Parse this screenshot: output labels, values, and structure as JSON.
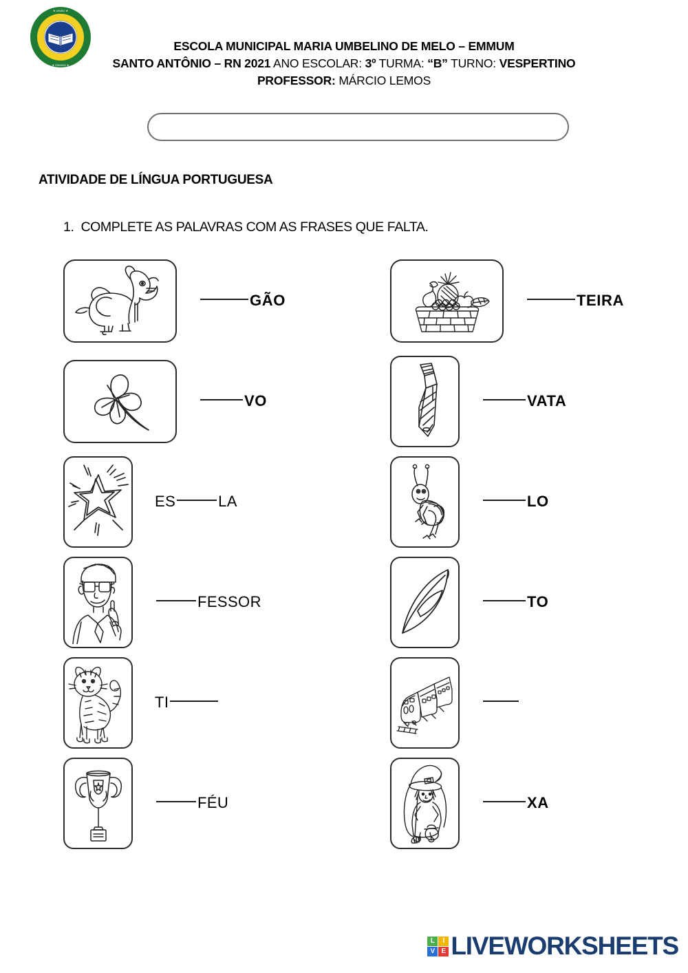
{
  "header": {
    "logo_alt": "school-seal",
    "line1": "ESCOLA MUNICIPAL MARIA UMBELINO DE MELO – EMMUM",
    "line2_bold_a": "SANTO ANTÔNIO – RN 2021",
    "line2_plain_a": " ANO ESCOLAR: ",
    "line2_bold_b": "3º",
    "line2_plain_b": " TURMA: ",
    "line2_bold_c": "“B”",
    "line2_plain_c": " TURNO: ",
    "line2_bold_d": "VESPERTINO",
    "line3_bold": "PROFESSOR:",
    "line3_plain": " MÁRCIO LEMOS"
  },
  "name_field": {
    "value": "",
    "placeholder": ""
  },
  "section": {
    "title": "ATIVIDADE DE LÍNGUA PORTUGUESA"
  },
  "instruction": {
    "number": "1.",
    "text": "COMPLETE AS PALAVRAS COM AS FRASES QUE FALTA."
  },
  "exercises": [
    {
      "id": "dragao",
      "image": "dragon-illustration",
      "orientation": "landscape",
      "prefix": "",
      "suffix": "GÃO",
      "blank_width": "w70"
    },
    {
      "id": "fruteira",
      "image": "fruit-basket-illustration",
      "orientation": "landscape",
      "prefix": "",
      "suffix": "TEIRA",
      "blank_width": "w70"
    },
    {
      "id": "trevo",
      "image": "four-leaf-clover-illustration",
      "orientation": "landscape",
      "prefix": "",
      "suffix": "VO",
      "blank_width": "w62"
    },
    {
      "id": "gravata",
      "image": "necktie-illustration",
      "orientation": "portrait",
      "prefix": "",
      "suffix": "VATA",
      "blank_width": "w62"
    },
    {
      "id": "estrela",
      "image": "star-illustration",
      "orientation": "portrait",
      "prefix": "ES",
      "suffix": "LA",
      "blank_width": "w58"
    },
    {
      "id": "grilo",
      "image": "grasshopper-illustration",
      "orientation": "portrait",
      "prefix": "",
      "suffix": "LO",
      "blank_width": "w62"
    },
    {
      "id": "professor",
      "image": "teacher-illustration",
      "orientation": "portrait",
      "prefix": "",
      "suffix": "FESSOR",
      "blank_width": "w58"
    },
    {
      "id": "prato",
      "image": "leaf-pen-illustration",
      "orientation": "portrait",
      "prefix": "",
      "suffix": "TO",
      "blank_width": "w62"
    },
    {
      "id": "tigre",
      "image": "tiger-illustration",
      "orientation": "portrait",
      "prefix": "TI",
      "suffix": "",
      "blank_width": "w70"
    },
    {
      "id": "trem",
      "image": "train-illustration",
      "orientation": "portrait",
      "prefix": "",
      "suffix": "",
      "blank_width": "w52"
    },
    {
      "id": "trofeu",
      "image": "trophy-illustration",
      "orientation": "portrait",
      "prefix": "",
      "suffix": "FÉU",
      "blank_width": "w58"
    },
    {
      "id": "bruxa",
      "image": "witch-illustration",
      "orientation": "portrait",
      "prefix": "",
      "suffix": "XA",
      "blank_width": "w62"
    }
  ],
  "footer": {
    "brand": "LIVEWORKSHEETS",
    "mark_letters": [
      "L",
      "I",
      "V",
      "E"
    ],
    "mark_colors": [
      "#4caf50",
      "#f2b705",
      "#2a6fd6",
      "#e03a32"
    ],
    "brand_color": "#1a3c6e"
  }
}
